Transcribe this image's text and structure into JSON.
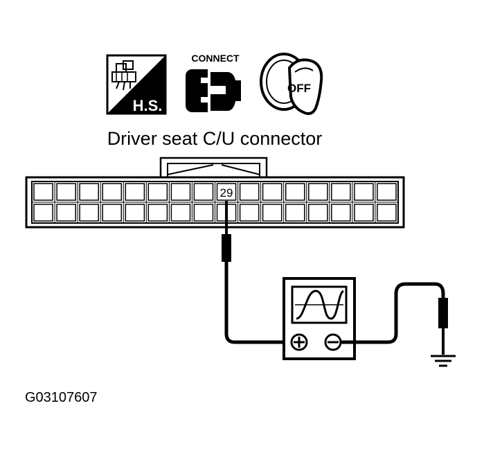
{
  "icons": {
    "harness_side_label": "H.S.",
    "connect_label": "CONNECT",
    "ignition_label": "OFF"
  },
  "connector": {
    "title": "Driver seat C/U connector",
    "terminal_label": "29"
  },
  "figure_id": "G03107607"
}
